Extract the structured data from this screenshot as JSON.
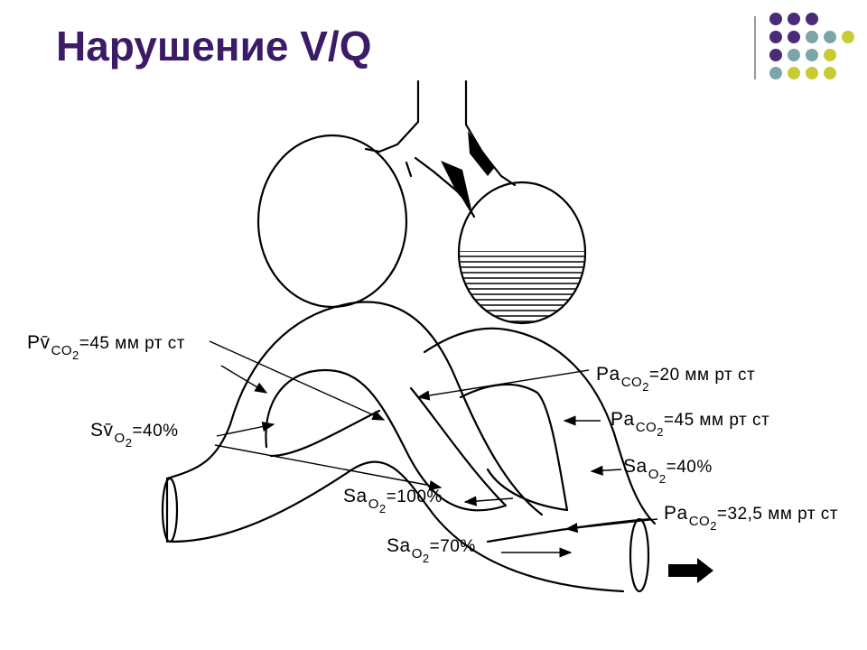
{
  "title": "Нарушение V/Q",
  "decor": {
    "dot_colors": {
      "purple": "#4b2a78",
      "teal": "#7aa6a8",
      "yellow": "#c8cc33"
    },
    "title_color": "#3b1a66"
  },
  "labels": {
    "pv_co2": {
      "sym": "Pv̄",
      "sub": "CO",
      "sub2": "2",
      "value": "=45 мм рт ст"
    },
    "sv_o2": {
      "sym": "Sv̄",
      "sub": "O",
      "sub2": "2",
      "value": "=40%"
    },
    "pa_co2_20": {
      "sym": "Pa",
      "sub": "CO",
      "sub2": "2",
      "value": "=20 мм рт ст"
    },
    "pa_co2_45": {
      "sym": "Pa",
      "sub": "CO",
      "sub2": "2",
      "value": "=45 мм рт ст"
    },
    "sa_o2_40": {
      "sym": "Sa",
      "sub": "O",
      "sub2": "2",
      "value": "=40%"
    },
    "sa_o2_100": {
      "sym": "Sa",
      "sub": "O",
      "sub2": "2",
      "value": "=100%"
    },
    "pa_co2_325": {
      "sym": "Pa",
      "sub": "CO",
      "sub2": "2",
      "value": "=32,5 мм рт ст"
    },
    "sa_o2_70": {
      "sym": "Sa",
      "sub": "O",
      "sub2": "2",
      "value": "=70%"
    }
  }
}
